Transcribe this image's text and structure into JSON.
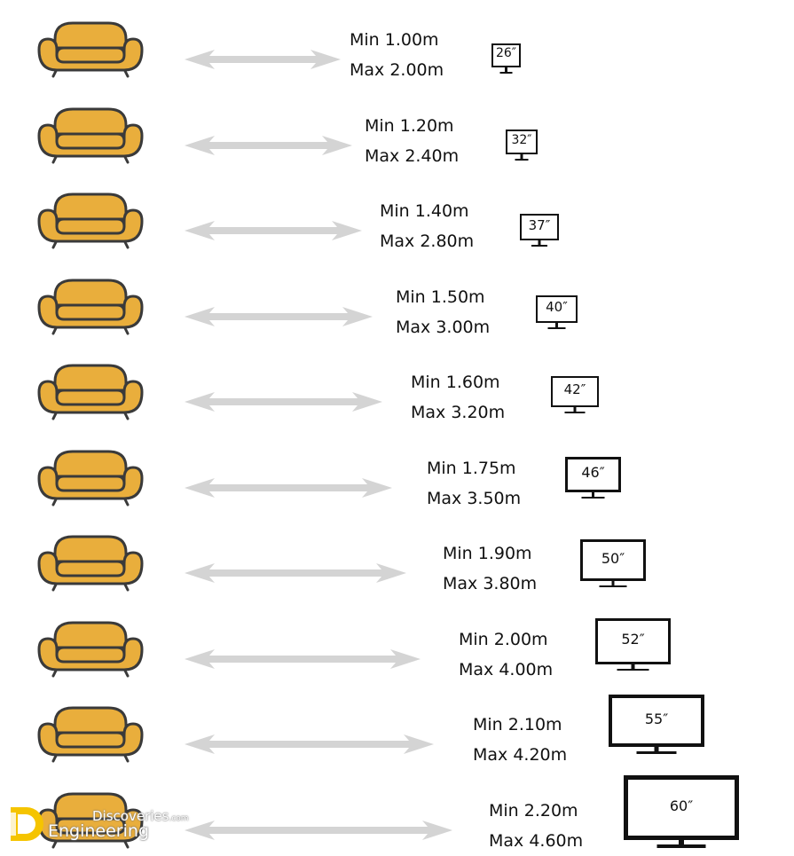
{
  "colors": {
    "sofa_fill": "#E9AE3C",
    "outline": "#3A3A3A",
    "arrow": "#D4D4D4",
    "text": "#111111"
  },
  "icons": {
    "sofa": "sofa-icon",
    "arrow": "double-arrow-icon",
    "tv": "tv-icon"
  },
  "rows": [
    {
      "min": "Min 1.00m",
      "max": "Max 2.00m",
      "tv": "26″"
    },
    {
      "min": "Min 1.20m",
      "max": "Max 2.40m",
      "tv": "32″"
    },
    {
      "min": "Min 1.40m",
      "max": "Max 2.80m",
      "tv": "37″"
    },
    {
      "min": "Min 1.50m",
      "max": "Max 3.00m",
      "tv": "40″"
    },
    {
      "min": "Min 1.60m",
      "max": "Max 3.20m",
      "tv": "42″"
    },
    {
      "min": "Min 1.75m",
      "max": "Max 3.50m",
      "tv": "46″"
    },
    {
      "min": "Min 1.90m",
      "max": "Max 3.80m",
      "tv": "50″"
    },
    {
      "min": "Min 2.00m",
      "max": "Max 4.00m",
      "tv": "52″"
    },
    {
      "min": "Min 2.10m",
      "max": "Max 4.20m",
      "tv": "55″"
    },
    {
      "min": "Min 2.20m",
      "max": "Max 4.60m",
      "tv": "60″"
    }
  ],
  "logo": {
    "top": "Discoveries",
    "domain": ".com",
    "bottom": "Engineering"
  }
}
